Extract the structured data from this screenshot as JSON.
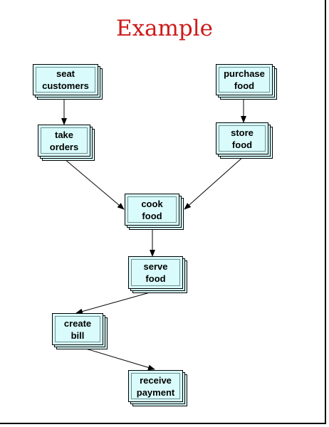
{
  "title": "Example",
  "colors": {
    "title": "#cc1b1b",
    "box_fill": "#d9fbfb",
    "outline": "#000000"
  },
  "nodes": {
    "seat_customers": {
      "line1": "seat",
      "line2": "customers"
    },
    "purchase_food": {
      "line1": "purchase",
      "line2": "food"
    },
    "take_orders": {
      "line1": "take",
      "line2": "orders"
    },
    "store_food": {
      "line1": "store",
      "line2": "food"
    },
    "cook_food": {
      "line1": "cook",
      "line2": "food"
    },
    "serve_food": {
      "line1": "serve",
      "line2": "food"
    },
    "create_bill": {
      "line1": "create",
      "line2": "bill"
    },
    "receive_payment": {
      "line1": "receive",
      "line2": "payment"
    }
  },
  "edges": [
    {
      "from": "seat_customers",
      "to": "take_orders"
    },
    {
      "from": "purchase_food",
      "to": "store_food"
    },
    {
      "from": "take_orders",
      "to": "cook_food"
    },
    {
      "from": "store_food",
      "to": "cook_food"
    },
    {
      "from": "cook_food",
      "to": "serve_food"
    },
    {
      "from": "serve_food",
      "to": "create_bill"
    },
    {
      "from": "create_bill",
      "to": "receive_payment"
    }
  ]
}
